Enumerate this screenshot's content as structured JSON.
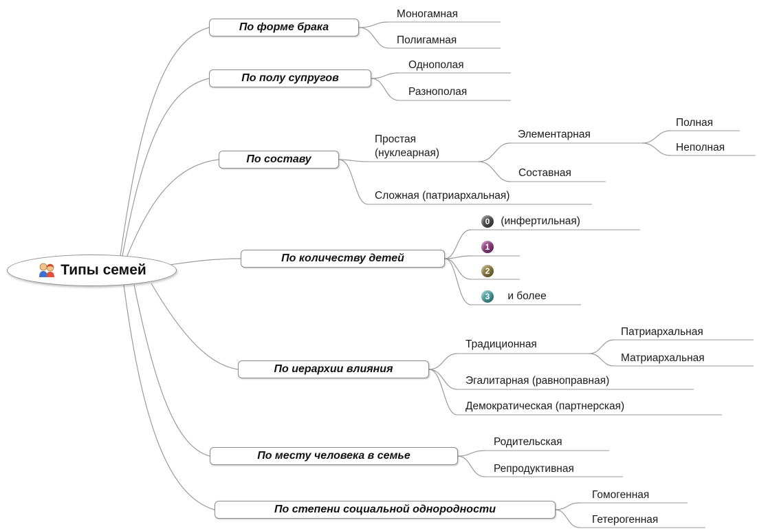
{
  "root": {
    "label": "Типы семей",
    "icon": "family-people-icon"
  },
  "categories": {
    "marriage_form": {
      "label": "По форме брака",
      "children": [
        "Моногамная",
        "Полигамная"
      ]
    },
    "spouse_gender": {
      "label": "По полу супругов",
      "children": [
        "Однополая",
        "Разнополая"
      ]
    },
    "composition": {
      "label": "По составу",
      "simple": "Простая\n(нуклеарная)",
      "elementary": "Элементарная",
      "full": "Полная",
      "incomplete": "Неполная",
      "compound": "Составная",
      "complex": "Сложная (патриархальная)"
    },
    "children_count": {
      "label": "По количеству детей",
      "items": [
        {
          "icon": "priority-0-icon",
          "number": "0",
          "color": "#4d4d4d",
          "text": "(инфертильная)"
        },
        {
          "icon": "priority-1-icon",
          "number": "1",
          "color": "#8e3d7e",
          "text": ""
        },
        {
          "icon": "priority-2-icon",
          "number": "2",
          "color": "#8a7d3e",
          "text": ""
        },
        {
          "icon": "priority-3-icon",
          "number": "3",
          "color": "#4aa0a0",
          "text": "и более"
        }
      ]
    },
    "influence_hierarchy": {
      "label": "По иерархии влияния",
      "traditional": "Традиционная",
      "patriarchal": "Патриархальная",
      "matriarchal": "Матриархальная",
      "egalitarian": "Эгалитарная (равноправная)",
      "democratic": "Демократическая (партнерская)"
    },
    "person_place": {
      "label": "По месту человека в семье",
      "children": [
        "Родительская",
        "Репродуктивная"
      ]
    },
    "social_homogeneity": {
      "label": "По степени социальной однородности",
      "children": [
        "Гомогенная",
        "Гетерогенная"
      ]
    }
  }
}
